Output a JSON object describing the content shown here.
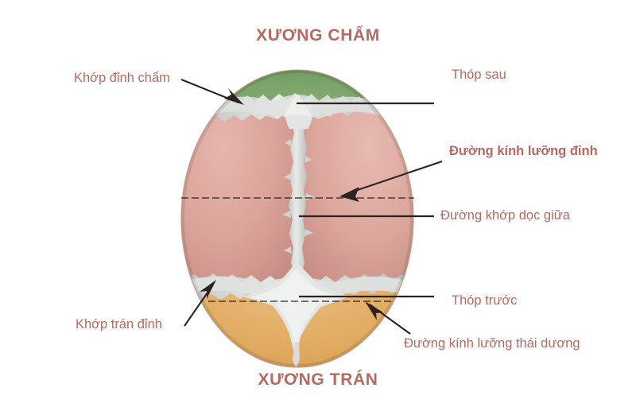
{
  "figure": {
    "titles": {
      "top": "XƯƠNG CHẨM",
      "bottom": "XƯƠNG TRÁN"
    },
    "labels": {
      "lambdoid_suture": "Khớp đỉnh chẩm",
      "coronal_suture": "Khớp trán đỉnh",
      "posterior_fontanelle": "Thóp sau",
      "biparietal_diameter": "Đường kính lưỡng đỉnh",
      "sagittal_suture": "Đường khớp dọc giữa",
      "anterior_fontanelle": "Thóp trước",
      "bitemporal_diameter": "Đường kính lưỡng thái dương"
    },
    "colors": {
      "label_text": "#b56a61",
      "title_text": "#b56a61",
      "occipital_bone": "#74a064",
      "parietal_bone": "#dba49a",
      "frontal_bone": "#e0aa60",
      "suture_membrane": "#d5d8d6",
      "leader_line": "#2b2320",
      "background": "#ffffff"
    }
  }
}
